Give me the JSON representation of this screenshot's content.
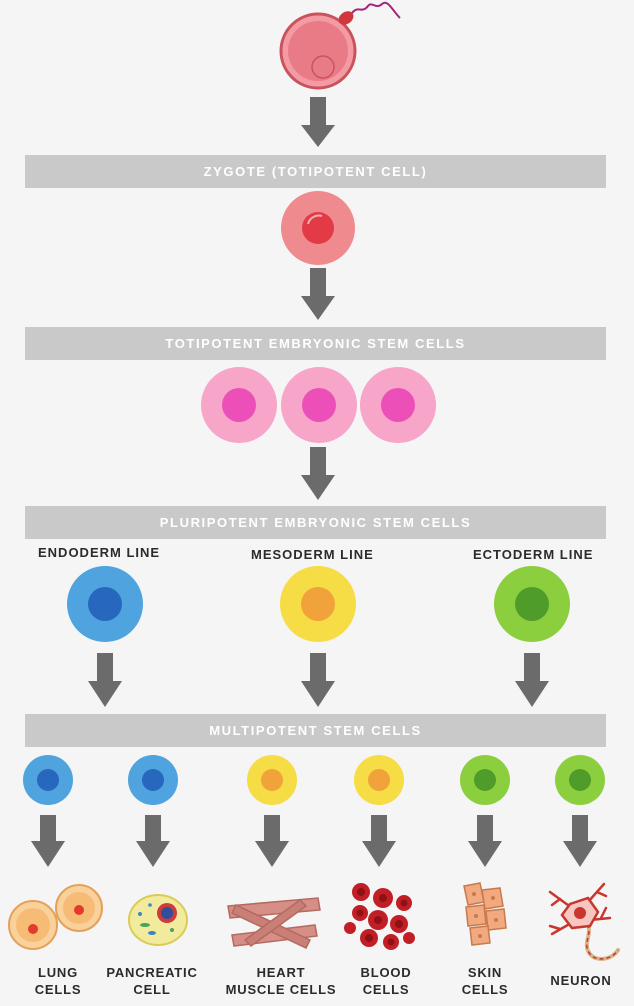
{
  "stages": {
    "zygote": "ZYGOTE (TOTIPOTENT CELL)",
    "totipotent": "TOTIPOTENT EMBRYONIC STEM CELLS",
    "pluripotent": "PLURIPOTENT EMBRYONIC STEM CELLS",
    "multipotent": "MULTIPOTENT STEM CELLS"
  },
  "lines": {
    "endoderm": "ENDODERM LINE",
    "mesoderm": "MESODERM LINE",
    "ectoderm": "ECTODERM LINE"
  },
  "cells": {
    "lung": "LUNG\nCELLS",
    "pancreatic": "PANCREATIC\nCELL",
    "heart": "HEART\nMUSCLE CELLS",
    "blood": "BLOOD\nCELLS",
    "skin": "SKIN\nCELLS",
    "neuron": "NEURON"
  },
  "colors": {
    "band": "#c9c9c9",
    "arrow": "#6b6b6b",
    "zygote": "#e86a72",
    "totipotent": "#ef8a8e",
    "pluripotent": "#f7a6c9",
    "endoderm": "#4fa3de",
    "mesoderm": "#f6dc45",
    "ectoderm": "#8ccf3e"
  }
}
